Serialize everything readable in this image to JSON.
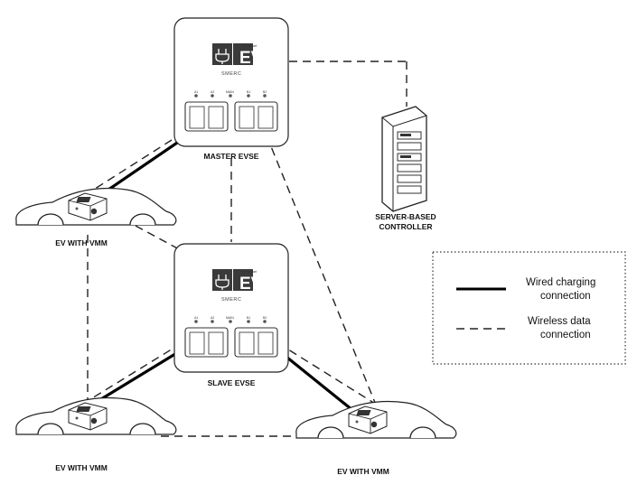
{
  "labels": {
    "master": "MASTER EVSE",
    "slave": "SLAVE EVSE",
    "server_line1": "SERVER-BASED",
    "server_line2": "CONTROLLER",
    "ev_left": "EV WITH VMM",
    "ev_bottom_left": "EV WITH VMM",
    "ev_bottom_right": "EV WITH VMM"
  },
  "evse_unit": {
    "logo_text": "EV",
    "logo_subtext": "WINSmart",
    "brand": "SMERC",
    "indicator_labels": [
      "A1",
      "A2",
      "MAIN",
      "B1",
      "B2"
    ]
  },
  "legend": {
    "wired_line1": "Wired charging",
    "wired_line2": "connection",
    "wireless_line1": "Wireless data",
    "wireless_line2": "connection"
  }
}
